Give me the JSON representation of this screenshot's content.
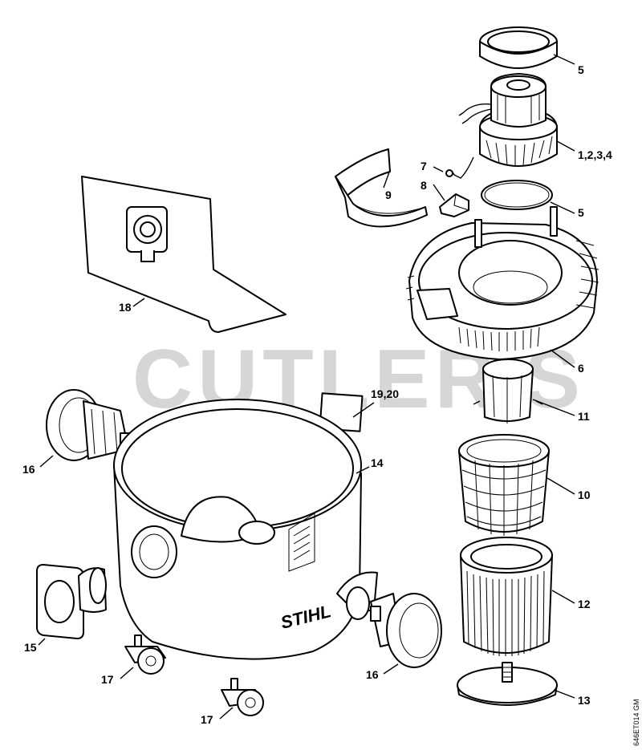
{
  "watermark": "CUTLER'S",
  "drawing_code": "646ET014 GM",
  "brand_mark": "STIHL",
  "callouts": {
    "ring_top": "5",
    "motor": "1,2,3,4",
    "clip": "7",
    "latch": "8",
    "cover": "9",
    "ring_lower": "5",
    "head": "6",
    "bag": "18",
    "label": "19,20",
    "wheel_left": "16",
    "tank": "14",
    "float_cage": "11",
    "basket": "10",
    "inlet": "15",
    "filter": "12",
    "caster_a": "17",
    "wheel_right": "16",
    "caster_b": "17",
    "base_plate": "13"
  }
}
